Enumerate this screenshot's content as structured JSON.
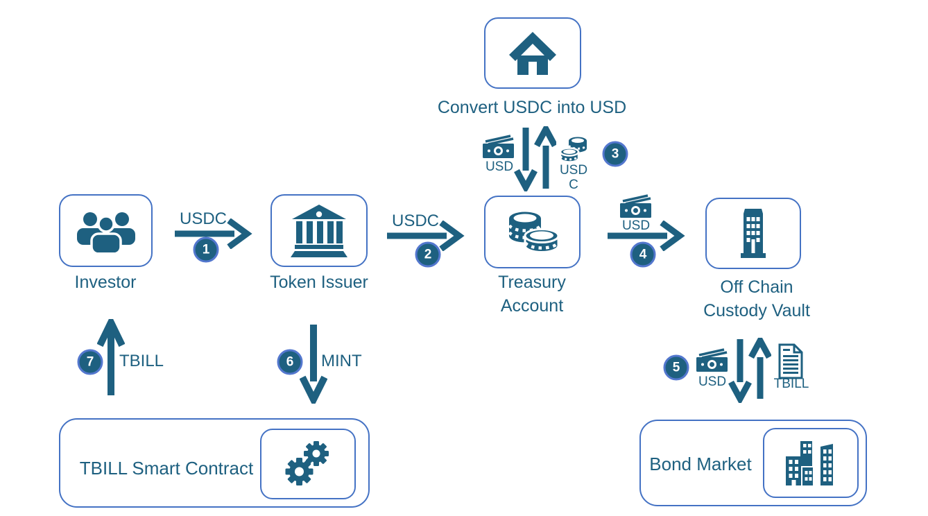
{
  "title": "Tokenized TBILL flow diagram",
  "colors": {
    "accent": "#1E6080",
    "box_border": "#4472C4",
    "badge_ring": "#5377CE",
    "badge_fill": "#1E6080",
    "badge_text": "#FFFFFF",
    "background": "#FFFFFF"
  },
  "nodes": {
    "convert": {
      "label": "Convert USDC into USD",
      "icon": "house-icon"
    },
    "investor": {
      "label": "Investor",
      "icon": "people-icon"
    },
    "token_issuer": {
      "label": "Token Issuer",
      "icon": "bank-icon"
    },
    "treasury_account": {
      "label": "Treasury\nAccount",
      "icon": "coins-icon"
    },
    "custody_vault": {
      "label": "Off Chain\nCustody Vault",
      "icon": "office-building-icon"
    },
    "smart_contract": {
      "label": "TBILL Smart Contract",
      "icon": "gears-icon"
    },
    "bond_market": {
      "label": "Bond Market",
      "icon": "city-buildings-icon"
    }
  },
  "flows": {
    "step1": {
      "number": "1",
      "label": "USDC",
      "from": "Investor",
      "to": "Token Issuer"
    },
    "step2": {
      "number": "2",
      "label": "USDC",
      "from": "Token Issuer",
      "to": "Treasury Account"
    },
    "step3": {
      "number": "3",
      "left_label": "USD",
      "right_label": "USD\nC",
      "from": "Treasury Account",
      "to": "Convert USDC into USD"
    },
    "step4": {
      "number": "4",
      "label": "USD",
      "from": "Treasury Account",
      "to": "Off Chain Custody Vault"
    },
    "step5": {
      "number": "5",
      "left_label": "USD",
      "right_label": "TBILL",
      "from": "Off Chain Custody Vault",
      "to": "Bond Market"
    },
    "step6": {
      "number": "6",
      "label": "MINT",
      "from": "Token Issuer",
      "to": "TBILL Smart Contract"
    },
    "step7": {
      "number": "7",
      "label": "TBILL",
      "from": "TBILL Smart Contract",
      "to": "Investor"
    }
  }
}
